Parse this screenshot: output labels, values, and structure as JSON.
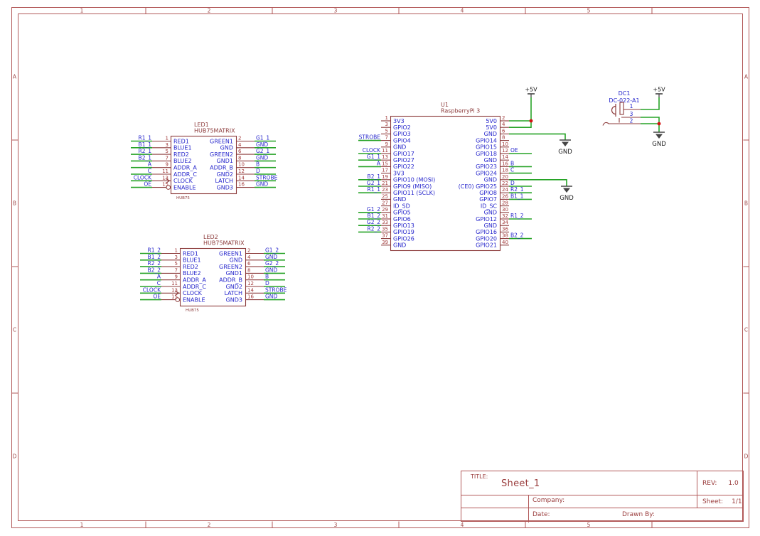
{
  "frame": {
    "columns": [
      "1",
      "2",
      "3",
      "4",
      "5"
    ],
    "rows": [
      "A",
      "B",
      "C",
      "D"
    ]
  },
  "title_block": {
    "title_label": "TITLE:",
    "title": "Sheet_1",
    "rev_label": "REV:",
    "rev": "1.0",
    "company_label": "Company:",
    "sheet_label": "Sheet:",
    "sheet": "1/1",
    "date_label": "Date:",
    "drawn_by_label": "Drawn By:"
  },
  "power": {
    "plus5v_label": "+5V",
    "gnd_label": "GND"
  },
  "colors": {
    "frame": "#b25959",
    "frame_text": "#a04b4b",
    "component": "#8c3b3b",
    "pin_number": "#a23a3a",
    "text_blue": "#2626cc",
    "wire": "#27a327",
    "junction": "#d41111",
    "symbol": "#444444",
    "symbol_text": "#1a1a1a",
    "title_text": "#9a3c3c"
  },
  "components": {
    "led1": {
      "ref": "LED1",
      "value": "HUB75MATRIX",
      "footprint": "HUB75",
      "left_pins": [
        {
          "num": "1",
          "name": "RED1",
          "net": "R1_1"
        },
        {
          "num": "3",
          "name": "BLUE1",
          "net": "B1_1"
        },
        {
          "num": "5",
          "name": "RED2",
          "net": "R2_1"
        },
        {
          "num": "7",
          "name": "BLUE2",
          "net": "B2_1"
        },
        {
          "num": "9",
          "name": "ADDR_A",
          "net": "A"
        },
        {
          "num": "11",
          "name": "ADDR_C",
          "net": "C"
        },
        {
          "num": "13",
          "name": "CLOCK",
          "net": "CLOCK",
          "clock": true
        },
        {
          "num": "15",
          "name": "ENABLE",
          "net": "OE",
          "bubble": true
        }
      ],
      "right_pins": [
        {
          "num": "2",
          "name": "GREEN1",
          "net": "G1_1"
        },
        {
          "num": "4",
          "name": "GND",
          "net": "GND"
        },
        {
          "num": "6",
          "name": "GREEN2",
          "net": "G2_1"
        },
        {
          "num": "8",
          "name": "GND1",
          "net": "GND"
        },
        {
          "num": "10",
          "name": "ADDR_B",
          "net": "B"
        },
        {
          "num": "12",
          "name": "GND2",
          "net": "D"
        },
        {
          "num": "14",
          "name": "LATCH",
          "net": "STROBE"
        },
        {
          "num": "16",
          "name": "GND3",
          "net": "GND"
        }
      ]
    },
    "led2": {
      "ref": "LED2",
      "value": "HUB75MATRIX",
      "footprint": "HUB75",
      "left_pins": [
        {
          "num": "1",
          "name": "RED1",
          "net": "R1_2"
        },
        {
          "num": "3",
          "name": "BLUE1",
          "net": "B1_2"
        },
        {
          "num": "5",
          "name": "RED2",
          "net": "R2_2"
        },
        {
          "num": "7",
          "name": "BLUE2",
          "net": "B2_2"
        },
        {
          "num": "9",
          "name": "ADDR_A",
          "net": "A"
        },
        {
          "num": "11",
          "name": "ADDR_C",
          "net": "C"
        },
        {
          "num": "13",
          "name": "CLOCK",
          "net": "CLOCK",
          "clock": true
        },
        {
          "num": "15",
          "name": "ENABLE",
          "net": "OE",
          "bubble": true
        }
      ],
      "right_pins": [
        {
          "num": "2",
          "name": "GREEN1",
          "net": "G1_2"
        },
        {
          "num": "4",
          "name": "GND",
          "net": "GND"
        },
        {
          "num": "6",
          "name": "GREEN2",
          "net": "G2_2"
        },
        {
          "num": "8",
          "name": "GND1",
          "net": "GND"
        },
        {
          "num": "10",
          "name": "ADDR_B",
          "net": "B"
        },
        {
          "num": "12",
          "name": "GND2",
          "net": "D"
        },
        {
          "num": "14",
          "name": "LATCH",
          "net": "STROBE"
        },
        {
          "num": "16",
          "name": "GND3",
          "net": "GND"
        }
      ]
    },
    "u1": {
      "ref": "U1",
      "value": "RaspberryPi 3",
      "left_pins": [
        {
          "num": "1",
          "name": "3V3"
        },
        {
          "num": "3",
          "name": "GPIO2"
        },
        {
          "num": "5",
          "name": "GPIO3"
        },
        {
          "num": "7",
          "name": "GPIO4",
          "net": "STROBE"
        },
        {
          "num": "9",
          "name": "GND"
        },
        {
          "num": "11",
          "name": "GPIO17",
          "net": "CLOCK"
        },
        {
          "num": "13",
          "name": "GPIO27",
          "net": "G1_1"
        },
        {
          "num": "15",
          "name": "GPIO22",
          "net": "A"
        },
        {
          "num": "17",
          "name": "3V3"
        },
        {
          "num": "19",
          "name": "GPIO10 (MOSI)",
          "net": "B2_1"
        },
        {
          "num": "21",
          "name": "GPIO9 (MISO)",
          "net": "G2_1"
        },
        {
          "num": "23",
          "name": "GPIO11 (SCLK)",
          "net": "R1_1"
        },
        {
          "num": "25",
          "name": "GND"
        },
        {
          "num": "27",
          "name": "ID_SD"
        },
        {
          "num": "29",
          "name": "GPIO5",
          "net": "G1_2"
        },
        {
          "num": "31",
          "name": "GPIO6",
          "net": "B1_2"
        },
        {
          "num": "33",
          "name": "GPIO13",
          "net": "G2_2"
        },
        {
          "num": "35",
          "name": "GPIO19",
          "net": "R2_2"
        },
        {
          "num": "37",
          "name": "GPIO26"
        },
        {
          "num": "39",
          "name": "GND"
        }
      ],
      "right_pins": [
        {
          "num": "2",
          "name": "5V0"
        },
        {
          "num": "4",
          "name": "5V0"
        },
        {
          "num": "6",
          "name": "GND"
        },
        {
          "num": "8",
          "name": "GPIO14"
        },
        {
          "num": "10",
          "name": "GPIO15"
        },
        {
          "num": "12",
          "name": "GPIO18",
          "net": "OE"
        },
        {
          "num": "14",
          "name": "GND"
        },
        {
          "num": "16",
          "name": "GPIO23",
          "net": "B"
        },
        {
          "num": "18",
          "name": "GPIO24",
          "net": "C"
        },
        {
          "num": "20",
          "name": "GND"
        },
        {
          "num": "22",
          "name": "(CE0) GPIO25",
          "net": "D"
        },
        {
          "num": "24",
          "name": "GPIO8",
          "net": "R2_1"
        },
        {
          "num": "26",
          "name": "GPIO7",
          "net": "B1_1"
        },
        {
          "num": "28",
          "name": "ID_SC"
        },
        {
          "num": "30",
          "name": "GND"
        },
        {
          "num": "32",
          "name": "GPIO12",
          "net": "R1_2"
        },
        {
          "num": "34",
          "name": "GND"
        },
        {
          "num": "36",
          "name": "GPIO16"
        },
        {
          "num": "38",
          "name": "GPIO20",
          "net": "B2_2"
        },
        {
          "num": "40",
          "name": "GPIO21"
        }
      ]
    },
    "dc1": {
      "ref": "DC1",
      "value": "DC-022-A1",
      "pin_numbers": [
        "1",
        "3",
        "2"
      ]
    }
  }
}
